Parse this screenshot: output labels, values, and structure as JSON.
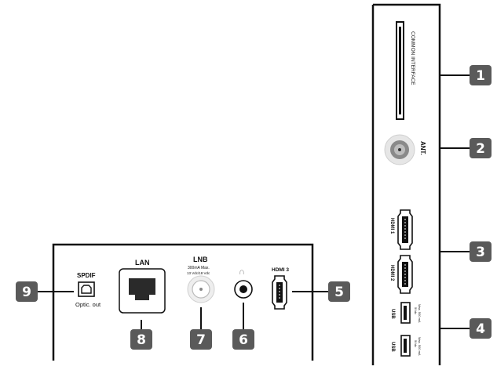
{
  "side_panel": {
    "common_interface_label": "COMMON INTERFACE",
    "ant_label": "ANT.",
    "hdmi1_label": "HDMI 1",
    "hdmi2_label": "HDMI 2",
    "usb_label_1": "USB",
    "usb_spec_1a": "5Vdc",
    "usb_spec_1b": "Max. 500 mA",
    "usb_label_2": "USB",
    "usb_spec_2a": "5Vdc",
    "usb_spec_2b": "Max. 500 mA"
  },
  "bottom_panel": {
    "spdif_label": "SPDIF",
    "optic_label": "Optic. out",
    "lan_label": "LAN",
    "lnb_label": "LNB",
    "lnb_spec_1": "300mA Max.",
    "lnb_spec_2": "13 Vdc/18 Vdc",
    "headphone_symbol": "∩",
    "hdmi3_label": "HDMI 3"
  },
  "callouts": [
    "1",
    "2",
    "3",
    "4",
    "5",
    "6",
    "7",
    "8",
    "9"
  ],
  "colors": {
    "badge": "#5a5a5a",
    "line": "#111111",
    "panel_border": "#111111",
    "ant_ring": "#d9d9d9"
  }
}
